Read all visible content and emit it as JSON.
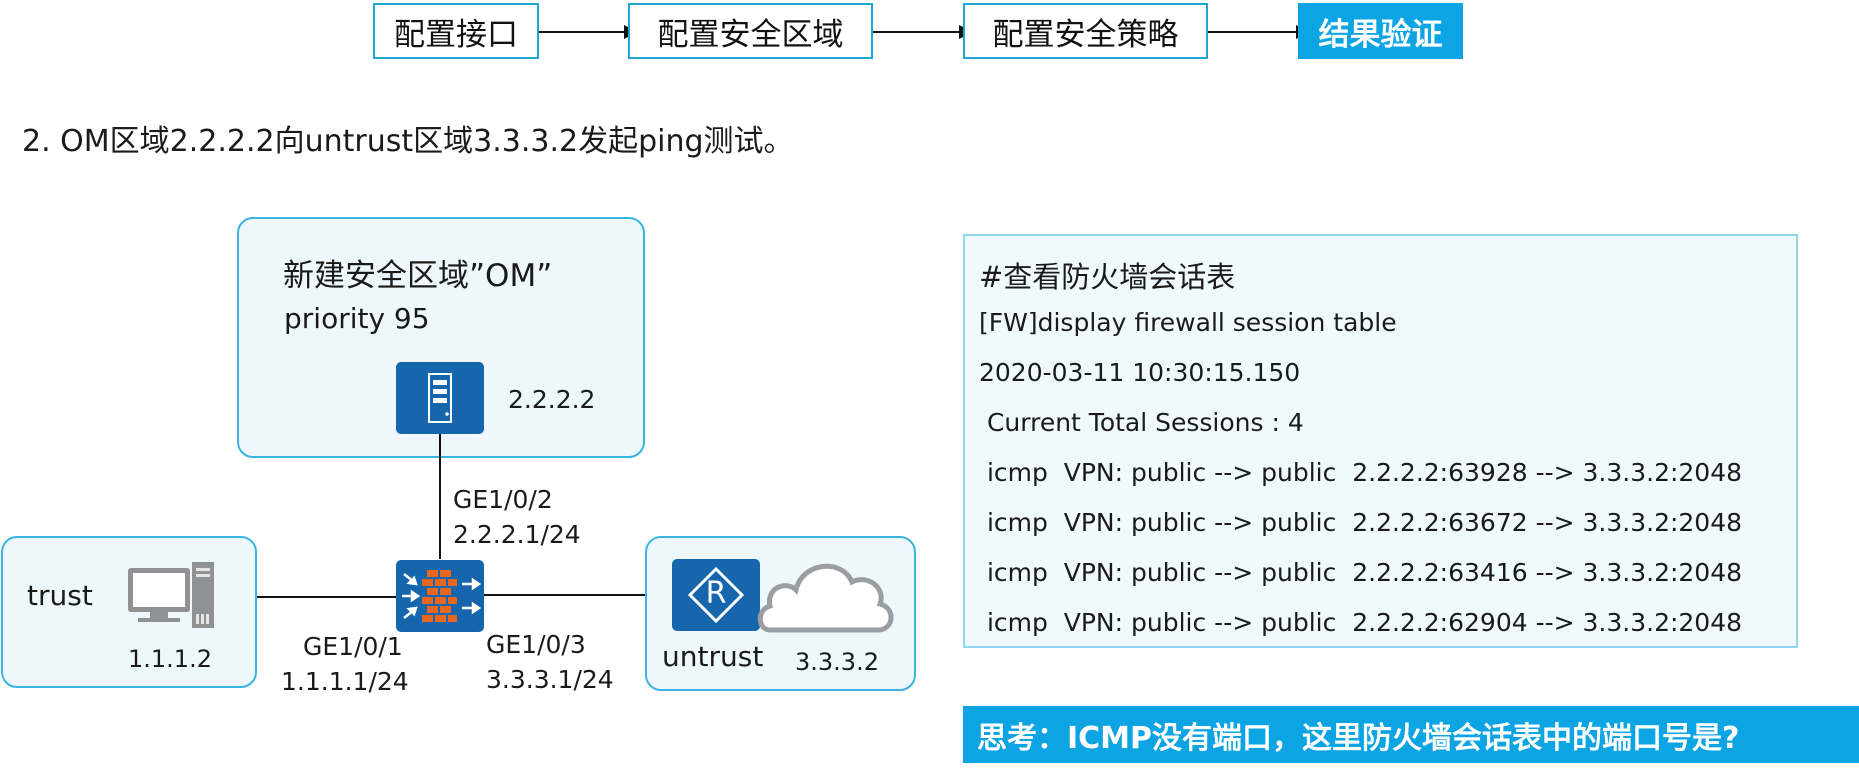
{
  "flow": {
    "steps": [
      {
        "label": "配置接口",
        "active": false
      },
      {
        "label": "配置安全区域",
        "active": false
      },
      {
        "label": "配置安全策略",
        "active": false
      },
      {
        "label": "结果验证",
        "active": true
      }
    ]
  },
  "instruction": "2. OM区域2.2.2.2向untrust区域3.3.3.2发起ping测试。",
  "topology": {
    "om_zone": {
      "title": "新建安全区域”OM”",
      "priority": "priority 95",
      "server_ip": "2.2.2.2"
    },
    "trust_zone": {
      "name": "trust",
      "pc_ip": "1.1.1.2"
    },
    "untrust_zone": {
      "name": "untrust",
      "router_ip": "3.3.3.2"
    },
    "interfaces": {
      "ge2_name": "GE1/0/2",
      "ge2_ip": "2.2.2.1/24",
      "ge1_name": "GE1/0/1",
      "ge1_ip": "1.1.1.1/24",
      "ge3_name": "GE1/0/3",
      "ge3_ip": "3.3.3.1/24"
    },
    "router_letter": "R"
  },
  "session": {
    "comment": "#查看防火墙会话表",
    "command": "[FW]display firewall session table",
    "timestamp": "2020-03-11 10:30:15.150",
    "total": " Current Total Sessions : 4",
    "rows": [
      " icmp  VPN: public --> public  2.2.2.2:63928 --> 3.3.3.2:2048",
      " icmp  VPN: public --> public  2.2.2.2:63672 --> 3.3.3.2:2048",
      " icmp  VPN: public --> public  2.2.2.2:63416 --> 3.3.3.2:2048",
      " icmp  VPN: public --> public  2.2.2.2:62904 --> 3.3.3.2:2048"
    ]
  },
  "question": "思考：ICMP没有端口，这里防火墙会话表中的端口号是?",
  "colors": {
    "accent": "#0da4e4",
    "zone_border": "#3bb4e0",
    "device_blue": "#1666ae",
    "firewall_orange": "#e9661f"
  }
}
